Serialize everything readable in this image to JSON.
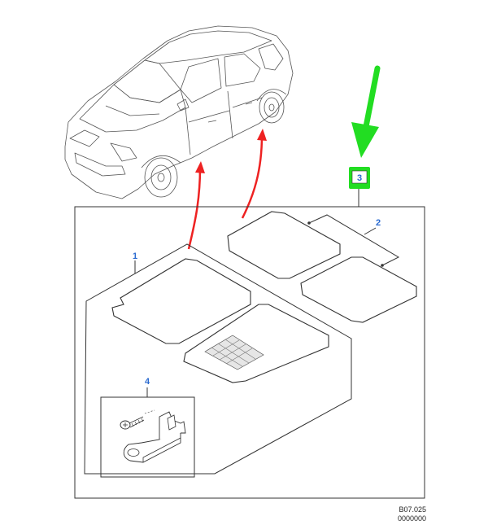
{
  "callouts": {
    "c1": "1",
    "c2": "2",
    "c3": "3",
    "c4": "4"
  },
  "reference": {
    "line1": "B07.025",
    "line2": "0000000"
  },
  "colors": {
    "callout_text": "#2a6ad0",
    "highlight_box": "#22dd22",
    "pointer_arrow": "#22dd22",
    "fit_arrow": "#ee2222",
    "line": "#333333"
  }
}
